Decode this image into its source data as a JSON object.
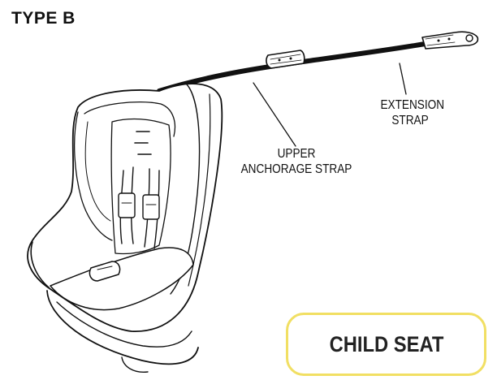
{
  "title": "TYPE B",
  "labels": {
    "extension_strap_line1": "EXTENSION",
    "extension_strap_line2": "STRAP",
    "upper_anchorage_line1": "UPPER",
    "upper_anchorage_line2": "ANCHORAGE STRAP"
  },
  "badge": {
    "text": "CHILD SEAT",
    "border_color": "#f1df63"
  },
  "colors": {
    "ink": "#111111",
    "background": "#ffffff"
  }
}
